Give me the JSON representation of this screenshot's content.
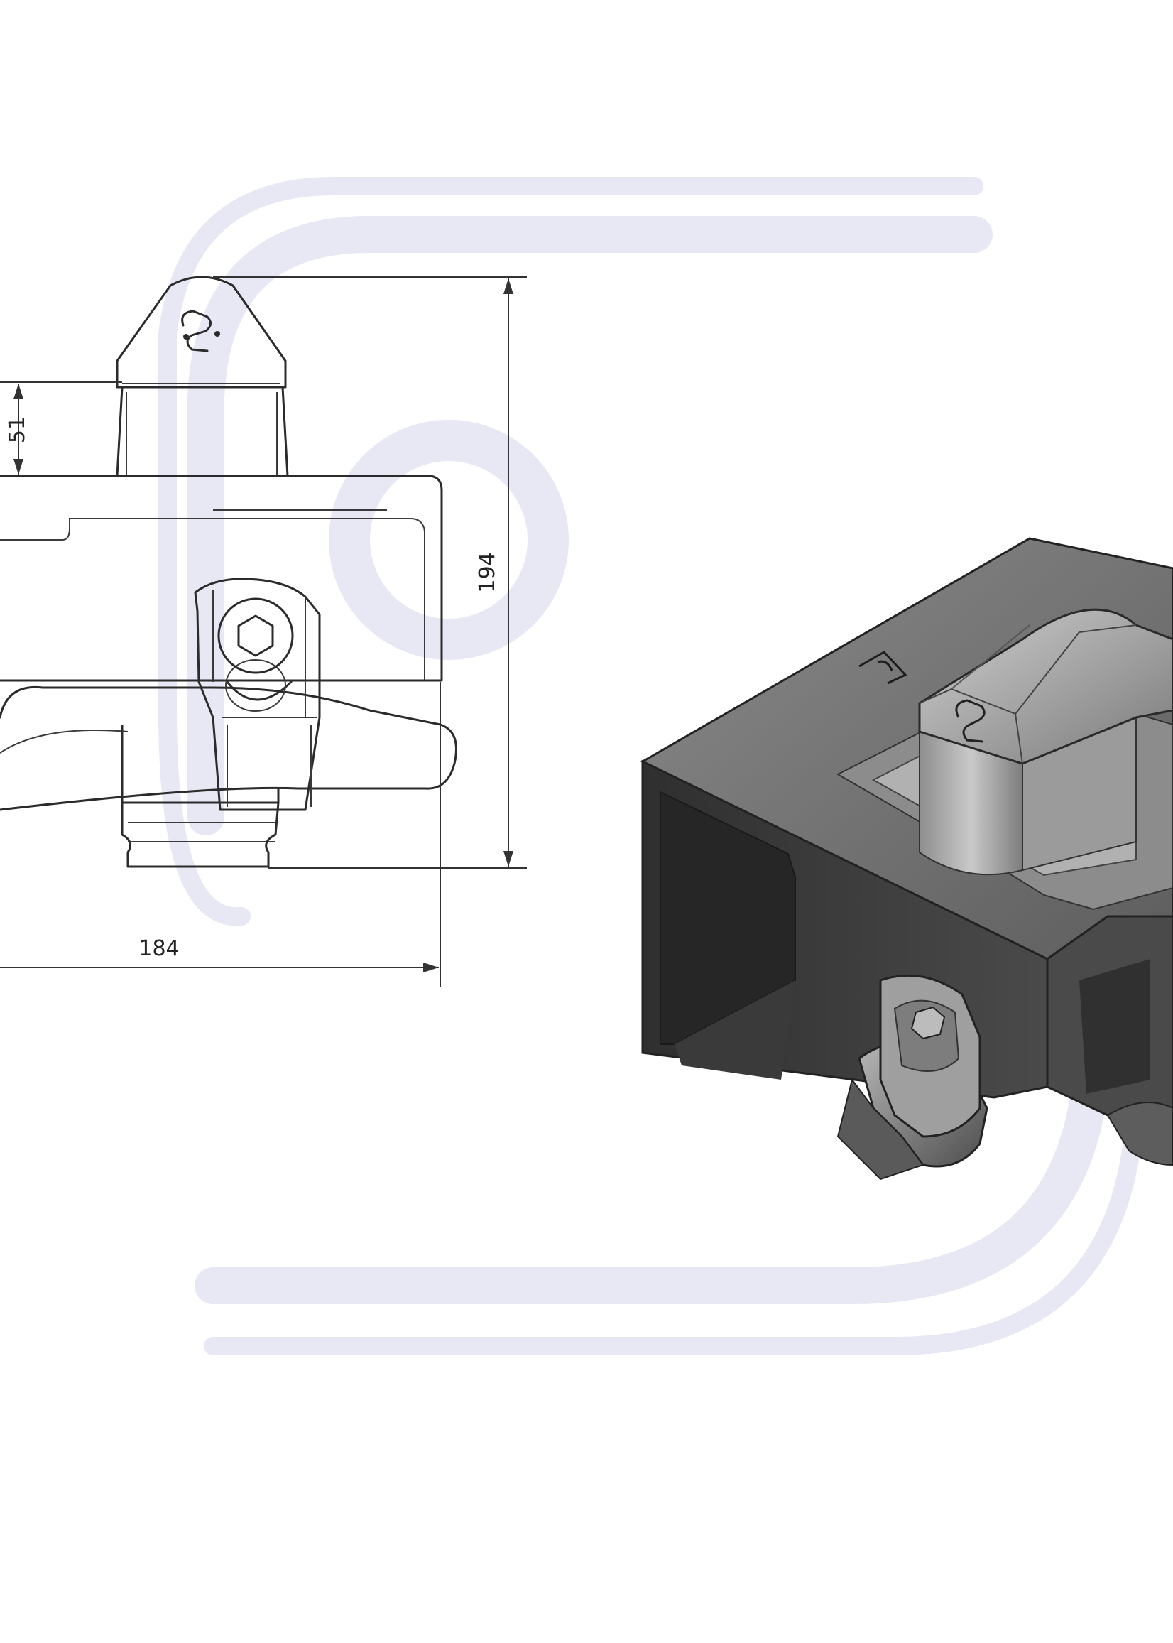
{
  "dimensions": {
    "width_label": "184",
    "height_label": "194",
    "top_offset_label": "51"
  },
  "colors": {
    "watermark": "#e7e8f3",
    "outline": "#2b2b2b",
    "metal_dark": "#3c3c3c",
    "metal_mid": "#6b6b6b",
    "metal_light": "#a9a9a9"
  },
  "icons": {
    "logo": "brand-logo-icon",
    "bolt": "hex-bolt-icon"
  }
}
